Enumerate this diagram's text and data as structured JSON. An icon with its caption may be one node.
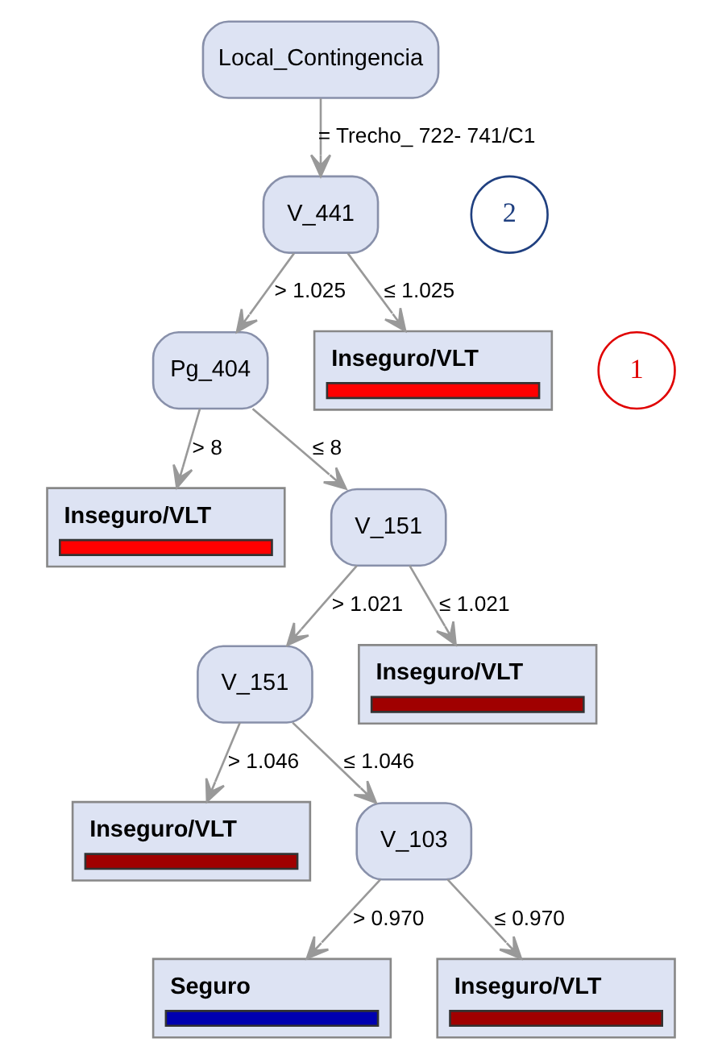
{
  "diagram": {
    "nodes": [
      {
        "text": [
          "Local_Contingencia"
        ]
      },
      {
        "text": [
          "V_441"
        ]
      },
      {
        "text": [
          "Pg_404"
        ]
      },
      {
        "text": [
          "Inseguro/VLT"
        ]
      },
      {
        "text": [
          "Inseguro/VLT"
        ]
      },
      {
        "text": [
          "V_151"
        ]
      },
      {
        "text": [
          "V_151"
        ]
      },
      {
        "text": [
          "Inseguro/VLT"
        ]
      },
      {
        "text": [
          "Inseguro/VLT"
        ]
      },
      {
        "text": [
          "V_103"
        ]
      },
      {
        "text": [
          "Seguro"
        ]
      },
      {
        "text": [
          "Inseguro/VLT"
        ]
      }
    ],
    "edges": [
      {
        "from": 0,
        "to": 1,
        "arrow": "to",
        "label": "= Trecho_ 722- 741/C1"
      },
      {
        "from": 1,
        "to": 2,
        "arrow": "to",
        "label": "> 1.025"
      },
      {
        "from": 1,
        "to": 3,
        "arrow": "to",
        "label": "≤ 1.025"
      },
      {
        "from": 2,
        "to": 4,
        "arrow": "to",
        "label": "> 8"
      },
      {
        "from": 2,
        "to": 5,
        "arrow": "to",
        "label": "≤ 8"
      },
      {
        "from": 5,
        "to": 6,
        "arrow": "to",
        "label": "> 1.021"
      },
      {
        "from": 5,
        "to": 7,
        "arrow": "to",
        "label": "≤ 1.021"
      },
      {
        "from": 6,
        "to": 8,
        "arrow": "to",
        "label": "> 1.046"
      },
      {
        "from": 6,
        "to": 9,
        "arrow": "to",
        "label": "≤ 1.046"
      },
      {
        "from": 9,
        "to": 10,
        "arrow": "to",
        "label": "> 0.970"
      },
      {
        "from": 9,
        "to": 11,
        "arrow": "to",
        "label": "≤ 0.970"
      }
    ],
    "labels": [
      "1",
      "2"
    ]
  }
}
